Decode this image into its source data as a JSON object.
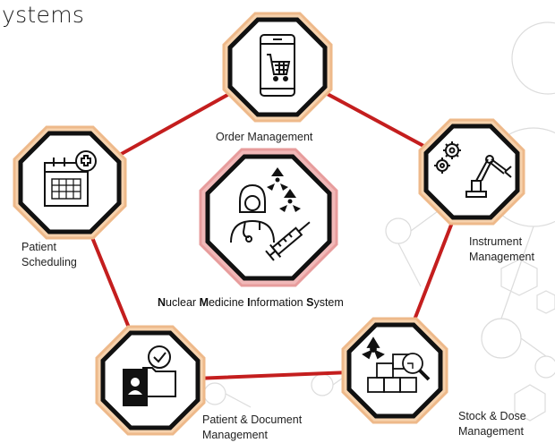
{
  "heading": "ystems",
  "center": {
    "label_parts": [
      {
        "text": "N",
        "bold": true
      },
      {
        "text": "uclear ",
        "bold": false
      },
      {
        "text": "M",
        "bold": true
      },
      {
        "text": "edicine ",
        "bold": false
      },
      {
        "text": "I",
        "bold": true
      },
      {
        "text": "nformation ",
        "bold": false
      },
      {
        "text": "S",
        "bold": true
      },
      {
        "text": "ystem",
        "bold": false
      }
    ],
    "icon": "doctor-radiation-syringe-icon"
  },
  "nodes": {
    "order": {
      "label": "Order Management",
      "icon": "tablet-cart-icon"
    },
    "instrument": {
      "line1": "Instrument",
      "line2": "Management",
      "icon": "gears-robot-arm-icon"
    },
    "stock": {
      "line1": "Stock & Dose",
      "line2": "Management",
      "icon": "radiation-boxes-magnifier-icon"
    },
    "document": {
      "line1": "Patient & Document",
      "line2": "Management",
      "icon": "id-card-folder-check-icon"
    },
    "scheduling": {
      "line1": "Patient",
      "line2": "Scheduling",
      "icon": "calendar-plus-icon"
    }
  },
  "colors": {
    "connector": "#c41e1e",
    "octagon_stroke": "#111111",
    "outer_glow": "#f3c9a0",
    "center_glow": "#e89a9a",
    "decoration": "#dcdcdc"
  }
}
